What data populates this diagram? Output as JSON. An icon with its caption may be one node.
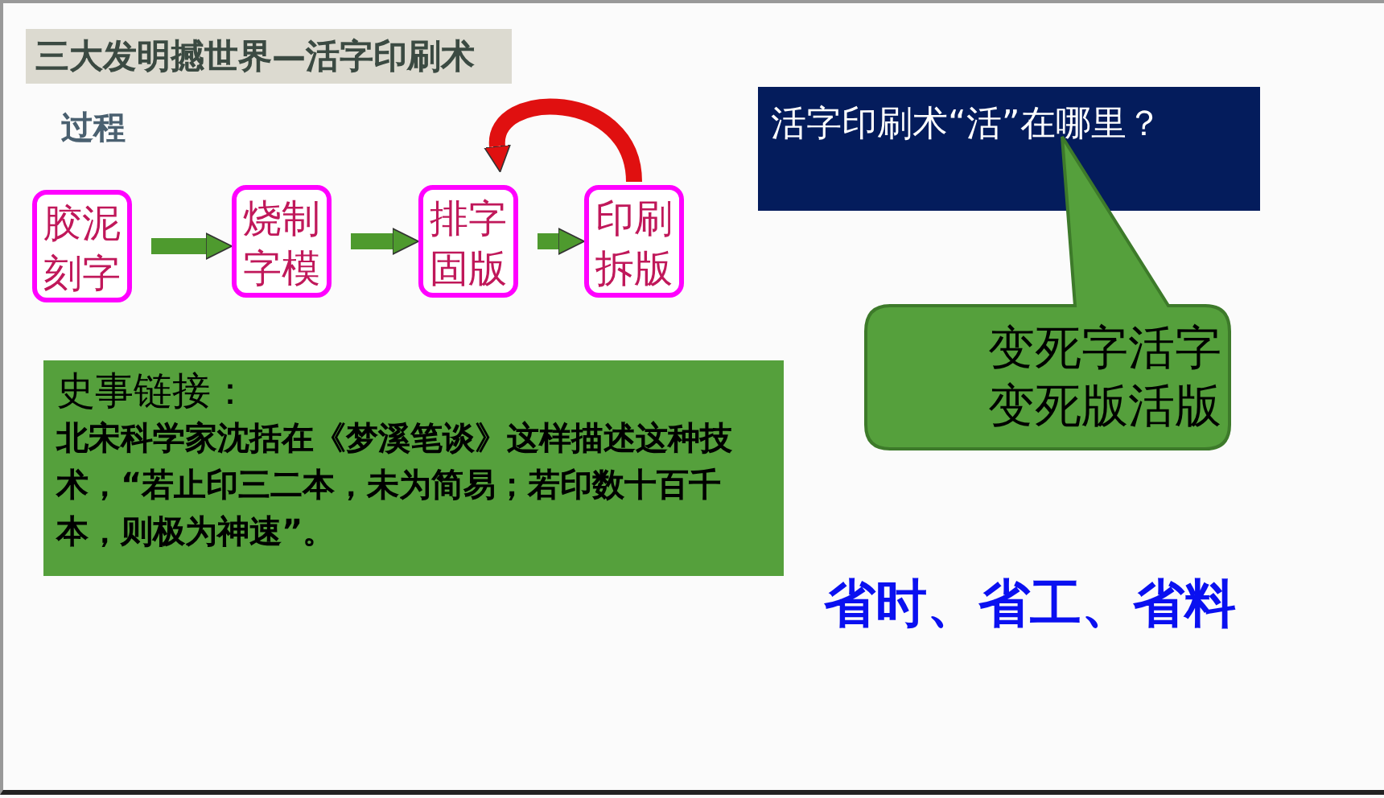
{
  "diagram": {
    "title": "三大发明撼世界—活字印刷术",
    "nodes": [
      {
        "text": [
          "胶泥刻字"
        ]
      },
      {
        "text": [
          "烧制字模"
        ]
      },
      {
        "text": [
          "排字固版"
        ]
      },
      {
        "text": [
          "印刷拆版"
        ]
      },
      {
        "text": [
          "活字印刷术“活”在哪里？"
        ]
      },
      {
        "text": [
          "变死字活字",
          "变死版活版"
        ]
      },
      {
        "text": [
          "史事链接：",
          "北宋科学家沈括在《梦溪笔谈》这样描述这种技术，“若止印三二本，未为简易；若印数十百千本，则极为神速”。"
        ]
      }
    ],
    "edges": [
      {
        "from": 0,
        "to": 1,
        "arrow": "to"
      },
      {
        "from": 1,
        "to": 2,
        "arrow": "to"
      },
      {
        "from": 2,
        "to": 3,
        "arrow": "to"
      },
      {
        "from": 3,
        "to": 2,
        "arrow": "to",
        "color": "#e01010"
      }
    ],
    "labels": [
      "过程",
      "省时、省工、省料"
    ]
  }
}
